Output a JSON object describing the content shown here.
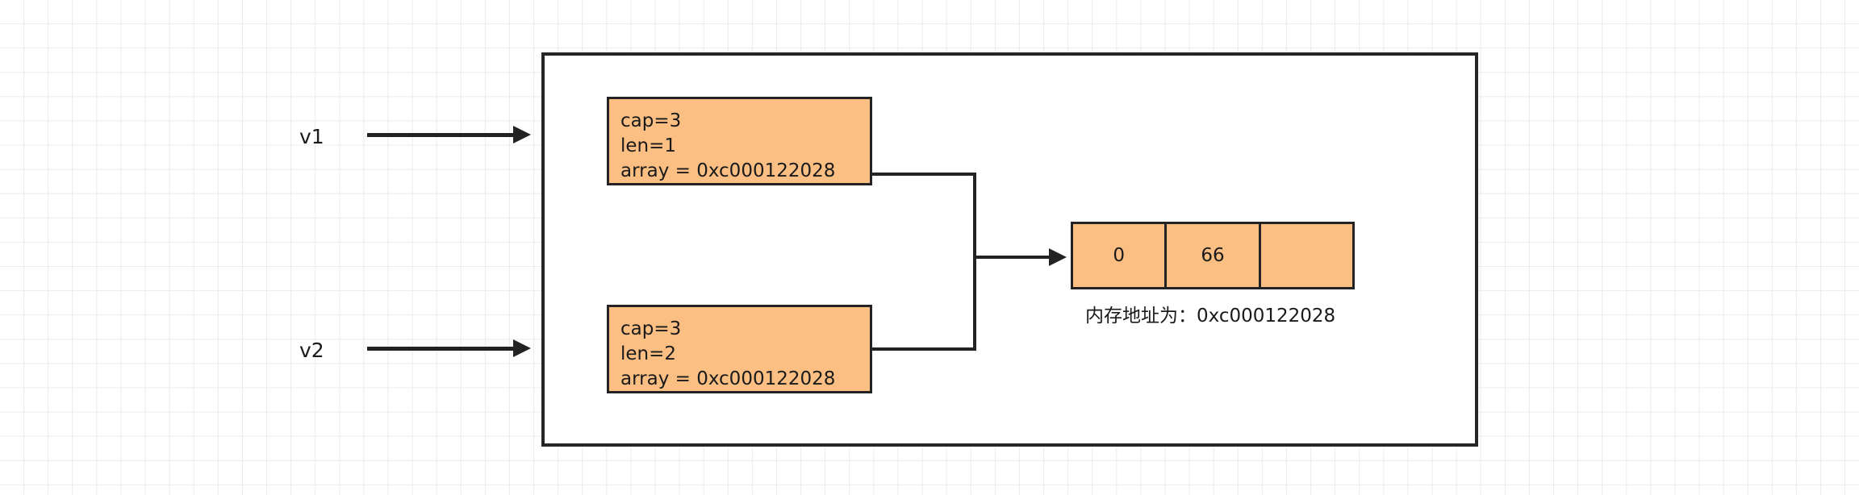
{
  "diagram": {
    "variables": [
      {
        "name": "v1",
        "label": "v1"
      },
      {
        "name": "v2",
        "label": "v2"
      }
    ],
    "structs": [
      {
        "id": "v1",
        "cap_line": "cap=3",
        "len_line": "len=1",
        "array_line": "array = 0xc000122028"
      },
      {
        "id": "v2",
        "cap_line": "cap=3",
        "len_line": "len=2",
        "array_line": "array = 0xc000122028"
      }
    ],
    "array": {
      "cells": [
        "0",
        "66",
        ""
      ],
      "caption": "内存地址为：0xc000122028"
    },
    "colors": {
      "fill": "#fbbf84",
      "stroke": "#232323",
      "frame": "#262626",
      "grid": "#ebebeb",
      "text": "#1a1a1a"
    }
  }
}
